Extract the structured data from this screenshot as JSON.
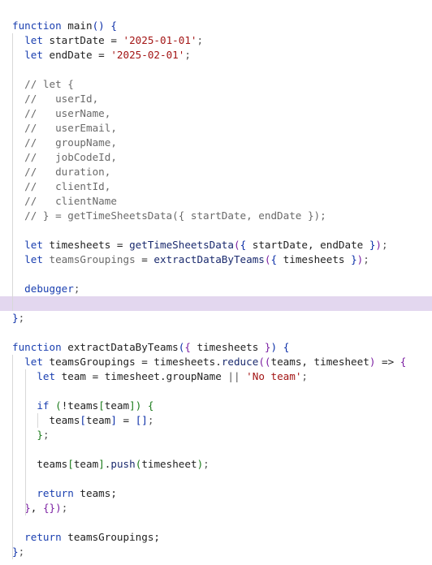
{
  "editor": {
    "language": "javascript",
    "highlighted_line": 19,
    "cursor_line": 37,
    "lines": [
      [
        [
          "kw",
          "function"
        ],
        [
          "txt",
          " main"
        ],
        [
          "p1",
          "()"
        ],
        [
          "txt",
          " "
        ],
        [
          "p1",
          "{"
        ]
      ],
      [
        [
          "txt",
          "  "
        ],
        [
          "kw",
          "let"
        ],
        [
          "txt",
          " startDate = "
        ],
        [
          "str",
          "'2025-01-01'"
        ],
        [
          "op",
          ";"
        ]
      ],
      [
        [
          "txt",
          "  "
        ],
        [
          "kw",
          "let"
        ],
        [
          "txt",
          " endDate = "
        ],
        [
          "str",
          "'2025-02-01'"
        ],
        [
          "op",
          ";"
        ]
      ],
      [],
      [
        [
          "cm",
          "  // let {"
        ]
      ],
      [
        [
          "cm",
          "  //   userId,"
        ]
      ],
      [
        [
          "cm",
          "  //   userName,"
        ]
      ],
      [
        [
          "cm",
          "  //   userEmail,"
        ]
      ],
      [
        [
          "cm",
          "  //   groupName,"
        ]
      ],
      [
        [
          "cm",
          "  //   jobCodeId,"
        ]
      ],
      [
        [
          "cm",
          "  //   duration,"
        ]
      ],
      [
        [
          "cm",
          "  //   clientId,"
        ]
      ],
      [
        [
          "cm",
          "  //   clientName"
        ]
      ],
      [
        [
          "cm",
          "  // } = getTimeSheetsData({ startDate, endDate });"
        ]
      ],
      [],
      [
        [
          "txt",
          "  "
        ],
        [
          "kw",
          "let"
        ],
        [
          "txt",
          " timesheets = "
        ],
        [
          "fn",
          "getTimeSheetsData"
        ],
        [
          "p2",
          "("
        ],
        [
          "p1",
          "{"
        ],
        [
          "txt",
          " startDate, endDate "
        ],
        [
          "p1",
          "}"
        ],
        [
          "p2",
          ")"
        ],
        [
          "op",
          ";"
        ]
      ],
      [
        [
          "txt",
          "  "
        ],
        [
          "kw",
          "let"
        ],
        [
          "cm",
          " teamsGroupings"
        ],
        [
          "txt",
          " = "
        ],
        [
          "fn",
          "extractDataByTeams"
        ],
        [
          "p2",
          "("
        ],
        [
          "p1",
          "{"
        ],
        [
          "txt",
          " timesheets "
        ],
        [
          "p1",
          "}"
        ],
        [
          "p2",
          ")"
        ],
        [
          "op",
          ";"
        ]
      ],
      [],
      [
        [
          "txt",
          "  "
        ],
        [
          "kw",
          "debugger"
        ],
        [
          "op",
          ";"
        ]
      ],
      [],
      [
        [
          "p1",
          "}"
        ],
        [
          "op",
          ";"
        ]
      ],
      [],
      [
        [
          "kw",
          "function"
        ],
        [
          "txt",
          " extractDataByTeams"
        ],
        [
          "p1",
          "("
        ],
        [
          "p2",
          "{"
        ],
        [
          "txt",
          " timesheets "
        ],
        [
          "p2",
          "}"
        ],
        [
          "p1",
          ")"
        ],
        [
          "txt",
          " "
        ],
        [
          "p1",
          "{"
        ]
      ],
      [
        [
          "txt",
          "  "
        ],
        [
          "kw",
          "let"
        ],
        [
          "txt",
          " teamsGroupings = timesheets."
        ],
        [
          "fn",
          "reduce"
        ],
        [
          "p2",
          "(("
        ],
        [
          "txt",
          "teams, timesheet"
        ],
        [
          "p2",
          ")"
        ],
        [
          "txt",
          " => "
        ],
        [
          "p2",
          "{"
        ]
      ],
      [
        [
          "txt",
          "    "
        ],
        [
          "kw",
          "let"
        ],
        [
          "txt",
          " team = timesheet.groupName "
        ],
        [
          "op",
          "||"
        ],
        [
          "txt",
          " "
        ],
        [
          "str",
          "'No team'"
        ],
        [
          "op",
          ";"
        ]
      ],
      [],
      [
        [
          "txt",
          "    "
        ],
        [
          "kw",
          "if"
        ],
        [
          "txt",
          " "
        ],
        [
          "p3",
          "("
        ],
        [
          "txt",
          "!teams"
        ],
        [
          "p3",
          "["
        ],
        [
          "txt",
          "team"
        ],
        [
          "p3",
          "]"
        ],
        [
          "p3",
          ")"
        ],
        [
          "txt",
          " "
        ],
        [
          "p3",
          "{"
        ]
      ],
      [
        [
          "txt",
          "      teams"
        ],
        [
          "p1",
          "["
        ],
        [
          "txt",
          "team"
        ],
        [
          "p1",
          "]"
        ],
        [
          "txt",
          " = "
        ],
        [
          "p1",
          "[]"
        ],
        [
          "op",
          ";"
        ]
      ],
      [
        [
          "txt",
          "    "
        ],
        [
          "p3",
          "}"
        ],
        [
          "op",
          ";"
        ]
      ],
      [],
      [
        [
          "txt",
          "    teams"
        ],
        [
          "p3",
          "["
        ],
        [
          "txt",
          "team"
        ],
        [
          "p3",
          "]"
        ],
        [
          "txt",
          "."
        ],
        [
          "fn",
          "push"
        ],
        [
          "p3",
          "("
        ],
        [
          "txt",
          "timesheet"
        ],
        [
          "p3",
          ")"
        ],
        [
          "op",
          ";"
        ]
      ],
      [],
      [
        [
          "txt",
          "    "
        ],
        [
          "kw",
          "return"
        ],
        [
          "txt",
          " teams;"
        ]
      ],
      [
        [
          "txt",
          "  "
        ],
        [
          "p2",
          "}"
        ],
        [
          "txt",
          ", "
        ],
        [
          "p2",
          "{}"
        ],
        [
          "p2",
          ")"
        ],
        [
          "op",
          ";"
        ]
      ],
      [],
      [
        [
          "txt",
          "  "
        ],
        [
          "kw",
          "return"
        ],
        [
          "txt",
          " teamsGroupings;"
        ]
      ],
      [
        [
          "p1",
          "}"
        ],
        [
          "op",
          ";"
        ]
      ]
    ],
    "guides": [
      {
        "level": 1,
        "from": 1,
        "to": 19
      },
      {
        "level": 1,
        "from": 23,
        "to": 36
      },
      {
        "level": 2,
        "from": 24,
        "to": 33
      },
      {
        "level": 3,
        "from": 27,
        "to": 27
      }
    ]
  }
}
